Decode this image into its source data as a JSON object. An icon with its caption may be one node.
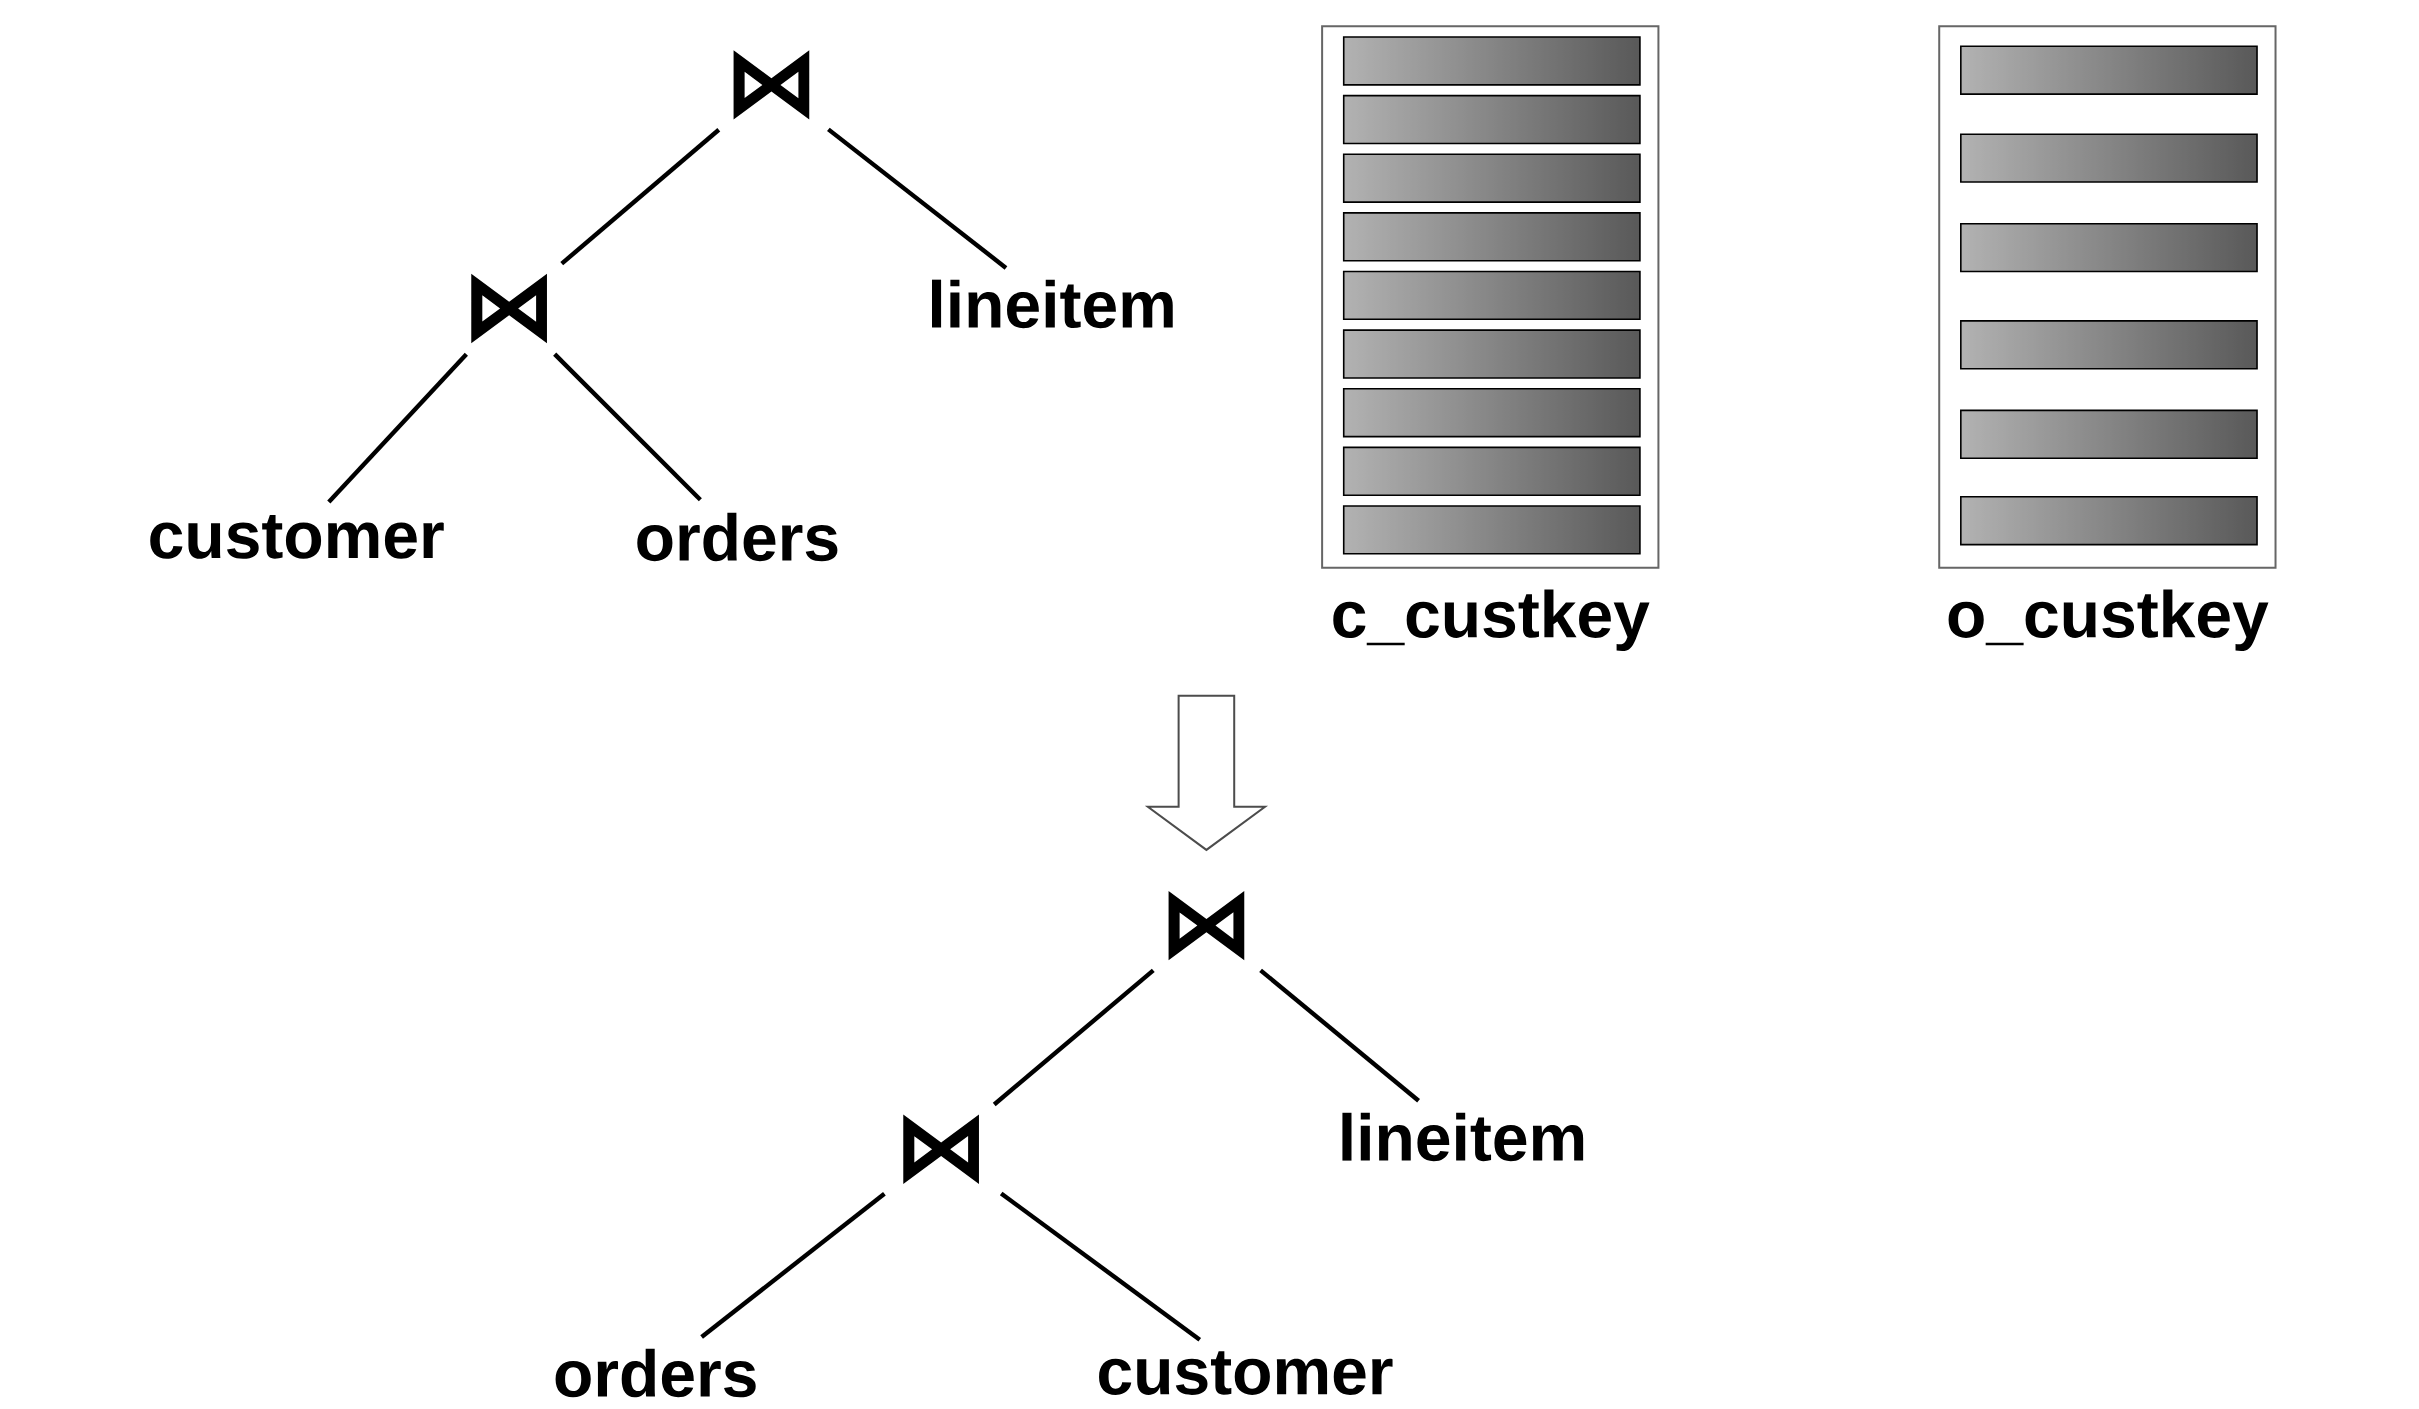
{
  "diagram": {
    "nodes": [
      {
        "text": [
          "⋈"
        ]
      },
      {
        "text": [
          "⋈"
        ]
      },
      {
        "text": [
          "lineitem"
        ]
      },
      {
        "text": [
          "customer"
        ]
      },
      {
        "text": [
          "orders"
        ]
      },
      {
        "text": [
          "c_custkey"
        ]
      },
      {
        "text": [
          "o_custkey"
        ]
      },
      {
        "text": [
          "⋈"
        ]
      },
      {
        "text": [
          "⋈"
        ]
      },
      {
        "text": [
          "lineitem"
        ]
      },
      {
        "text": [
          "orders"
        ]
      },
      {
        "text": [
          "customer"
        ]
      }
    ],
    "edges": [
      {
        "from": 0,
        "to": 1,
        "arrow": "none"
      },
      {
        "from": 0,
        "to": 2,
        "arrow": "none"
      },
      {
        "from": 1,
        "to": 3,
        "arrow": "none"
      },
      {
        "from": 1,
        "to": 4,
        "arrow": "none"
      },
      {
        "from": null,
        "to": 7,
        "arrow": "to",
        "style": "thick"
      },
      {
        "from": 7,
        "to": 8,
        "arrow": "none"
      },
      {
        "from": 7,
        "to": 9,
        "arrow": "none"
      },
      {
        "from": 8,
        "to": 10,
        "arrow": "none"
      },
      {
        "from": 8,
        "to": 11,
        "arrow": "none"
      }
    ]
  }
}
